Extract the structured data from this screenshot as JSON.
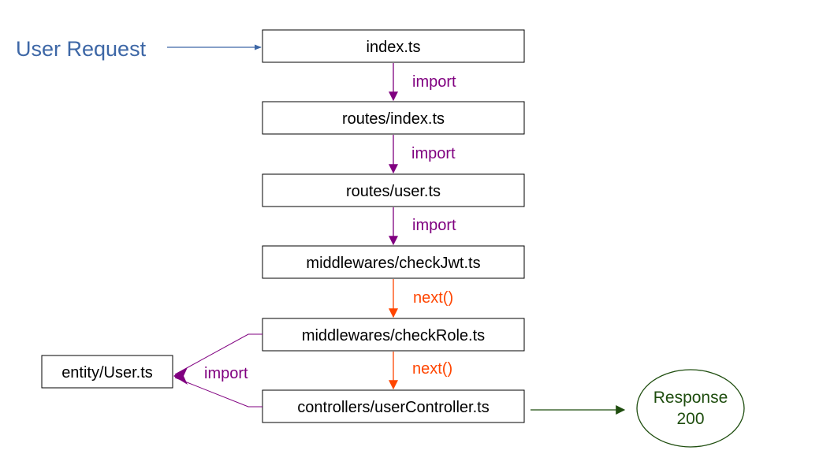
{
  "colors": {
    "request": "#3d67a6",
    "import": "#800080",
    "next": "#ff4500",
    "response": "#1e4d0e",
    "box_stroke": "#000000"
  },
  "entry": {
    "label": "User Request"
  },
  "files": [
    {
      "name": "index.ts"
    },
    {
      "name": "routes/index.ts"
    },
    {
      "name": "routes/user.ts"
    },
    {
      "name": "middlewares/checkJwt.ts"
    },
    {
      "name": "middlewares/checkRole.ts"
    },
    {
      "name": "controllers/userController.ts"
    }
  ],
  "edges": [
    {
      "label": "import",
      "kind": "import"
    },
    {
      "label": "import",
      "kind": "import"
    },
    {
      "label": "import",
      "kind": "import"
    },
    {
      "label": "next()",
      "kind": "next"
    },
    {
      "label": "next()",
      "kind": "next"
    }
  ],
  "entity": {
    "name": "entity/User.ts",
    "edge_label": "import"
  },
  "response": {
    "line1": "Response",
    "line2": "200"
  }
}
